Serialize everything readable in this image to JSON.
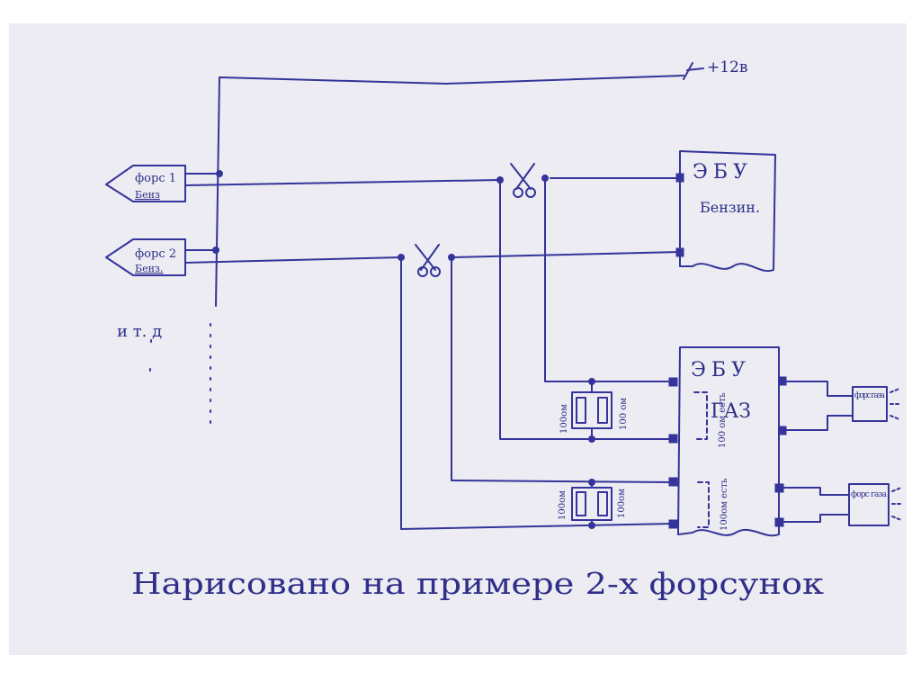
{
  "colors": {
    "paper": "#ececf2",
    "ink": "#34349a",
    "frame": "#ffffff"
  },
  "labels": {
    "supply": "+12в",
    "inj1_main": "форс 1",
    "inj1_sub": "Бенз",
    "inj2_main": "форс 2",
    "inj2_sub": "Бенз.",
    "etc": "и т. д",
    "ecu_petrol_title": "ЭБУ",
    "ecu_petrol_sub": "Бензин.",
    "ecu_gas_title": "ЭБУ",
    "ecu_gas_sub": "ГАЗ",
    "res_top_left": "100ом",
    "res_top_right": "100 ом",
    "res_top_internal": "100 ом есть",
    "res_bot_left": "100ом",
    "res_bot_right": "100ом",
    "res_bot_internal": "100ом есть",
    "gas_inj1": "форс газа",
    "gas_inj2": "форс газа",
    "caption": "Нарисовано на примере 2-х форсунок"
  }
}
